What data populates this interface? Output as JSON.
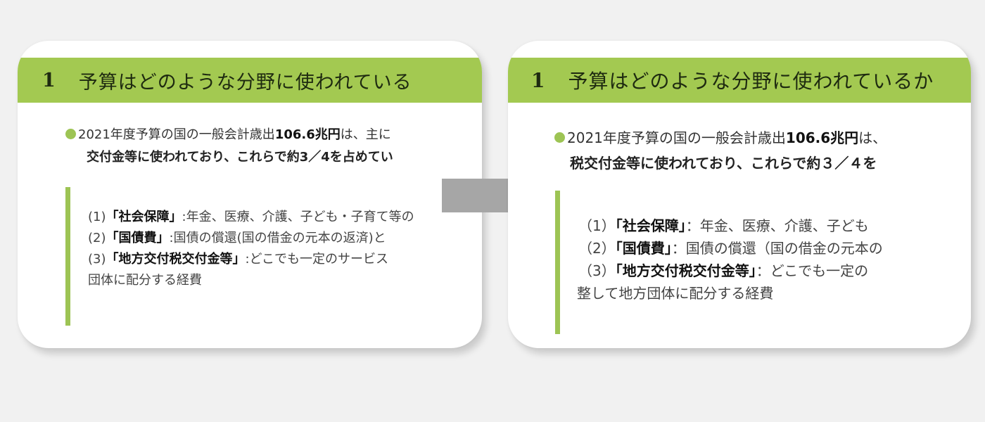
{
  "colors": {
    "background": "#f1f1f1",
    "card": "#ffffff",
    "header_green": "#a3c951",
    "accent_green": "#9dc454",
    "arrow_gray": "#a6a6a6"
  },
  "before": {
    "header": {
      "number": "1",
      "title": "予算はどのような分野に使われている"
    },
    "intro": {
      "line1_prefix": "2021年度予算の国の一般会計歳出",
      "line1_amount": "106.6兆円",
      "line1_suffix": "は、主に",
      "line2": "交付金等に使われており、これらで約3／4を占めてい"
    },
    "items": [
      {
        "marker": "(1)",
        "term": "「社会保障」",
        "desc": ":年金、医療、介護、子ども・子育て等の"
      },
      {
        "marker": "(2)",
        "term": "「国債費」",
        "desc": ":国債の償還(国の借金の元本の返済)と"
      },
      {
        "marker": "(3)",
        "term": "「地方交付税交付金等」",
        "desc": ":どこでも一定のサービス"
      }
    ],
    "item3_continuation": "団体に配分する経費"
  },
  "after": {
    "header": {
      "number": "1",
      "title": "予算はどのような分野に使われているか"
    },
    "intro": {
      "line1_prefix": "2021年度予算の国の一般会計歳出",
      "line1_amount": "106.6兆円",
      "line1_suffix": "は、",
      "line2": "税交付金等に使われており、これらで約３／４を"
    },
    "items": [
      {
        "marker": "（1）",
        "term": "「社会保障」",
        "desc": "：年金、医療、介護、子ども"
      },
      {
        "marker": "（2）",
        "term": "「国債費」",
        "desc": "：国債の償還（国の借金の元本の"
      },
      {
        "marker": "（3）",
        "term": "「地方交付税交付金等」",
        "desc": "：どこでも一定の"
      }
    ],
    "item3_continuation": "整して地方団体に配分する経費"
  },
  "arrow": {
    "icon": "right-arrow-icon",
    "meaning": "before-to-after"
  }
}
